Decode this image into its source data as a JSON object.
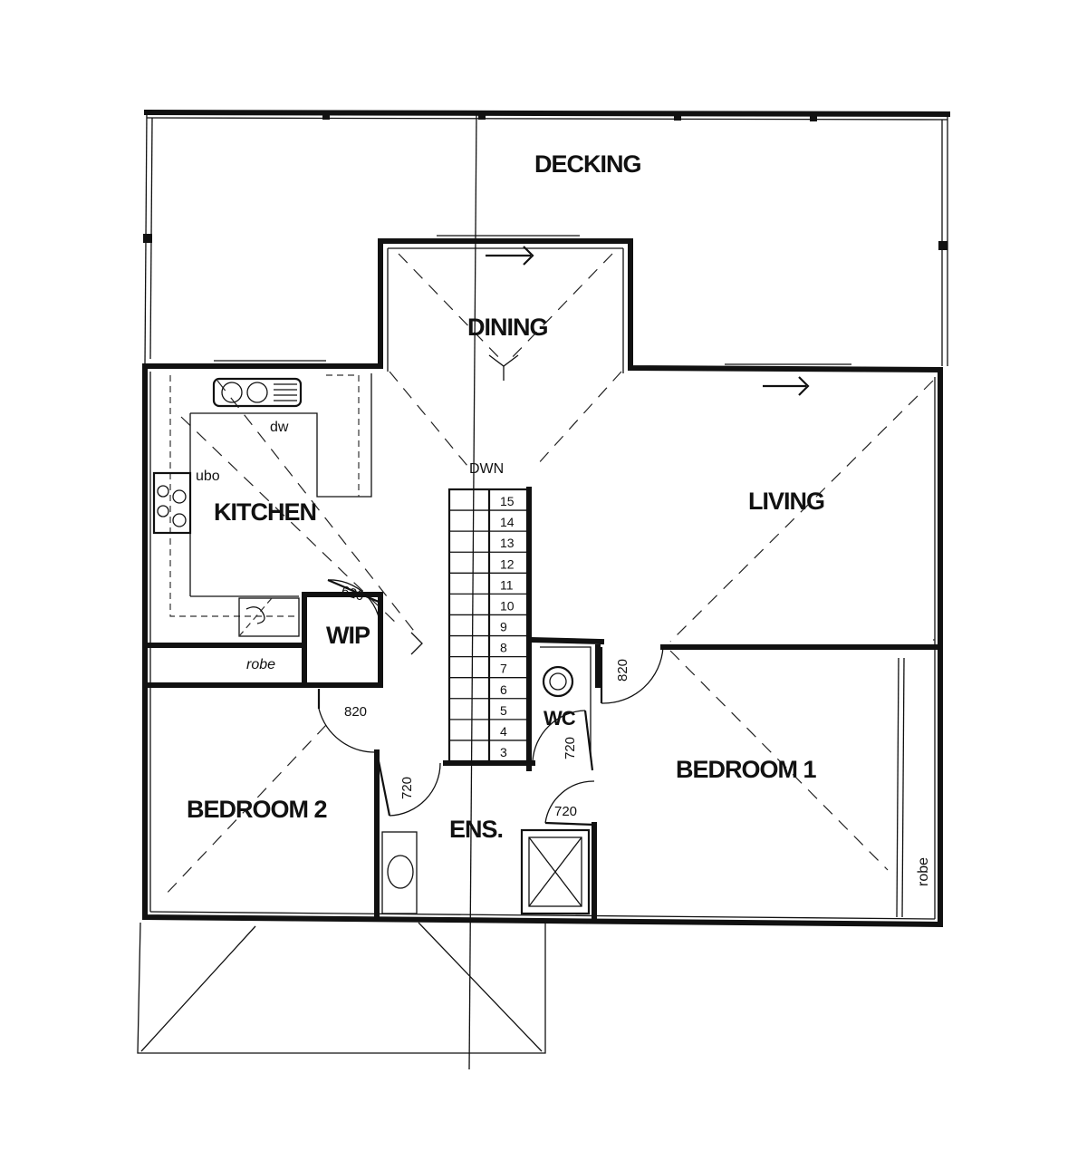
{
  "rooms": {
    "decking": "DECKING",
    "dining": "DINING",
    "kitchen": "KITCHEN",
    "living": "LIVING",
    "wip": "WIP",
    "bedroom1": "BEDROOM 1",
    "bedroom2": "BEDROOM 2",
    "ensuite": "ENS.",
    "wc": "WC"
  },
  "fixtures": {
    "dishwasher": "dw",
    "oven": "ubo",
    "robe_bedroom2": "robe",
    "robe_bedroom1": "robe",
    "stair_direction": "DWN"
  },
  "door_widths": {
    "wip": "620",
    "bedroom2": "820",
    "bedroom1": "820",
    "ensuite_left": "720",
    "wc": "720",
    "ensuite_right": "720"
  },
  "stair_numbers": [
    "15",
    "14",
    "13",
    "12",
    "11",
    "10",
    "9",
    "8",
    "7",
    "6",
    "5",
    "4",
    "3"
  ]
}
